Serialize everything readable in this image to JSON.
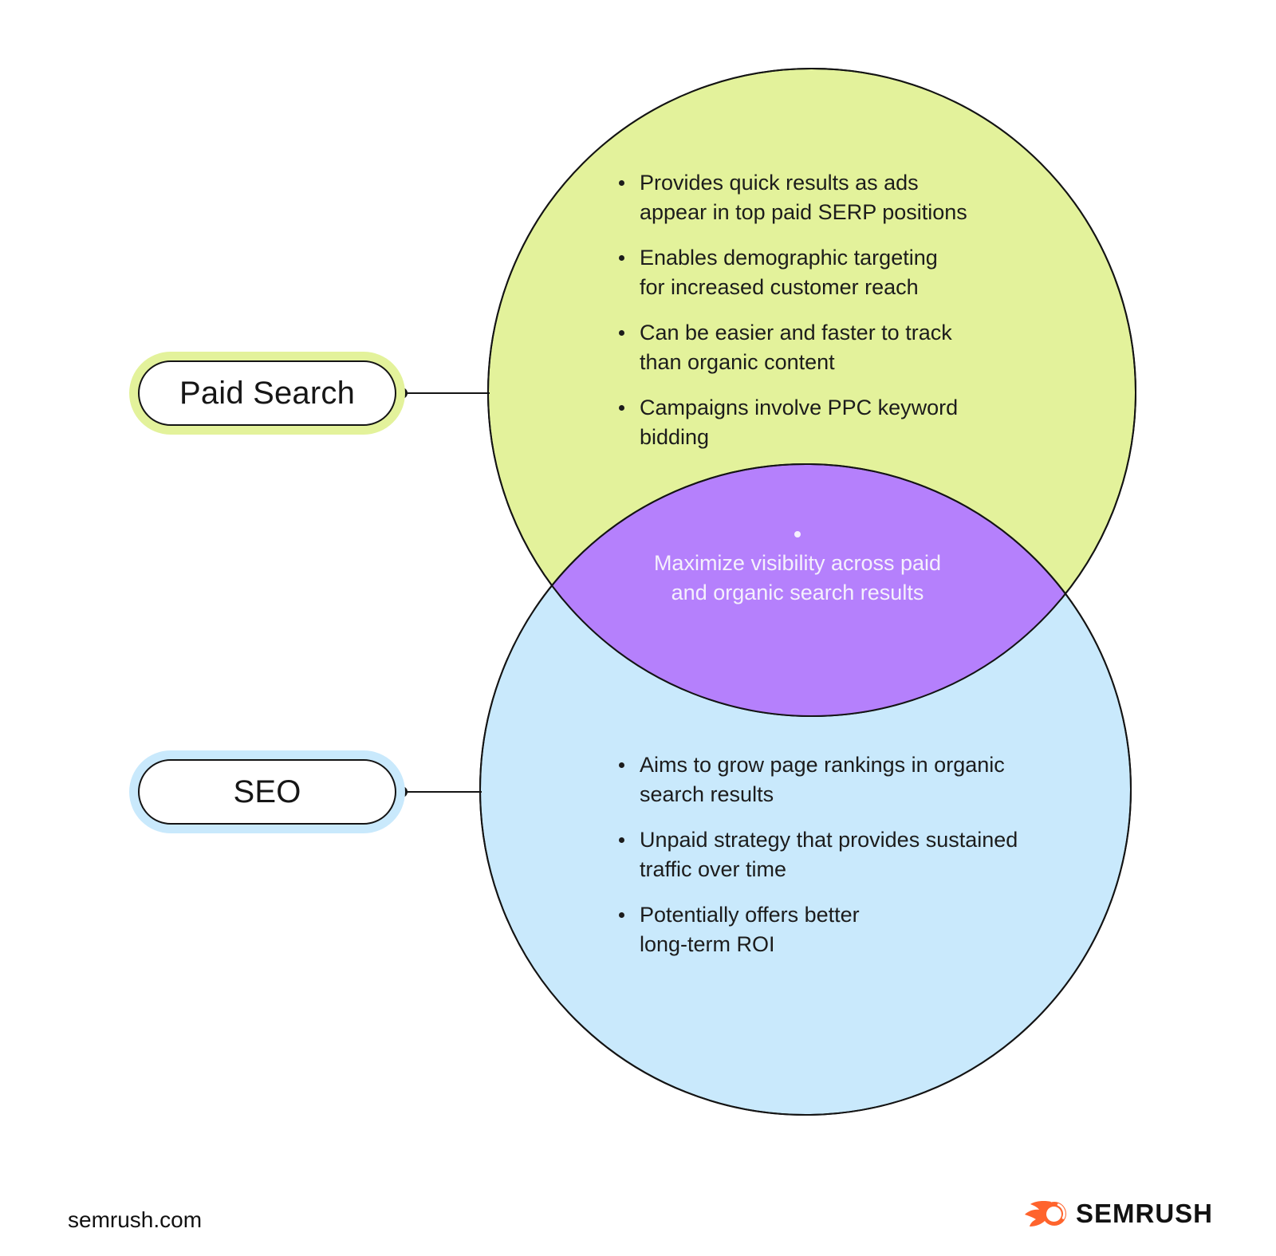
{
  "page": {
    "background": "#ffffff"
  },
  "diagram": {
    "type": "venn",
    "outline_color": "#141414",
    "sets": [
      {
        "label": "Paid Search",
        "color": "#E3F29B",
        "points": [
          "Provides quick results as ads\nappear in top paid SERP positions",
          "Enables demographic targeting\nfor increased customer reach",
          "Can be easier and faster to track\nthan organic content",
          "Campaigns involve PPC keyword\nbidding"
        ]
      },
      {
        "label": "SEO",
        "color": "#C9E9FC",
        "points": [
          "Aims to grow page rankings in organic\nsearch results",
          "Unpaid strategy that provides sustained\ntraffic over time",
          "Potentially offers better\nlong-term ROI"
        ]
      }
    ],
    "overlap": {
      "color": "#B580FC",
      "text": "Maximize visibility across paid\nand organic search results",
      "text_color": "#F5F0FC"
    }
  },
  "footer": {
    "website": "semrush.com",
    "brand": "SEMRUSH",
    "brand_color": "#FF642D",
    "logo_icon": "semrush-flame-icon"
  }
}
